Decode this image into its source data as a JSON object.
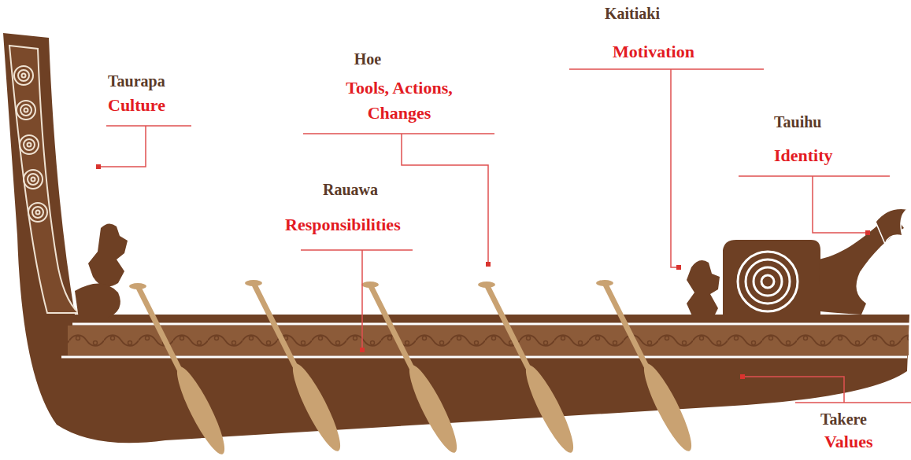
{
  "diagram": {
    "labels": [
      "Taurapa",
      "Culture",
      "Hoe",
      "Tools, Actions, Changes",
      "Kaitiaki",
      "Motivation",
      "Tauihu",
      "Identity",
      "Rauawa",
      "Responsibilities",
      "Takere",
      "Values"
    ]
  }
}
